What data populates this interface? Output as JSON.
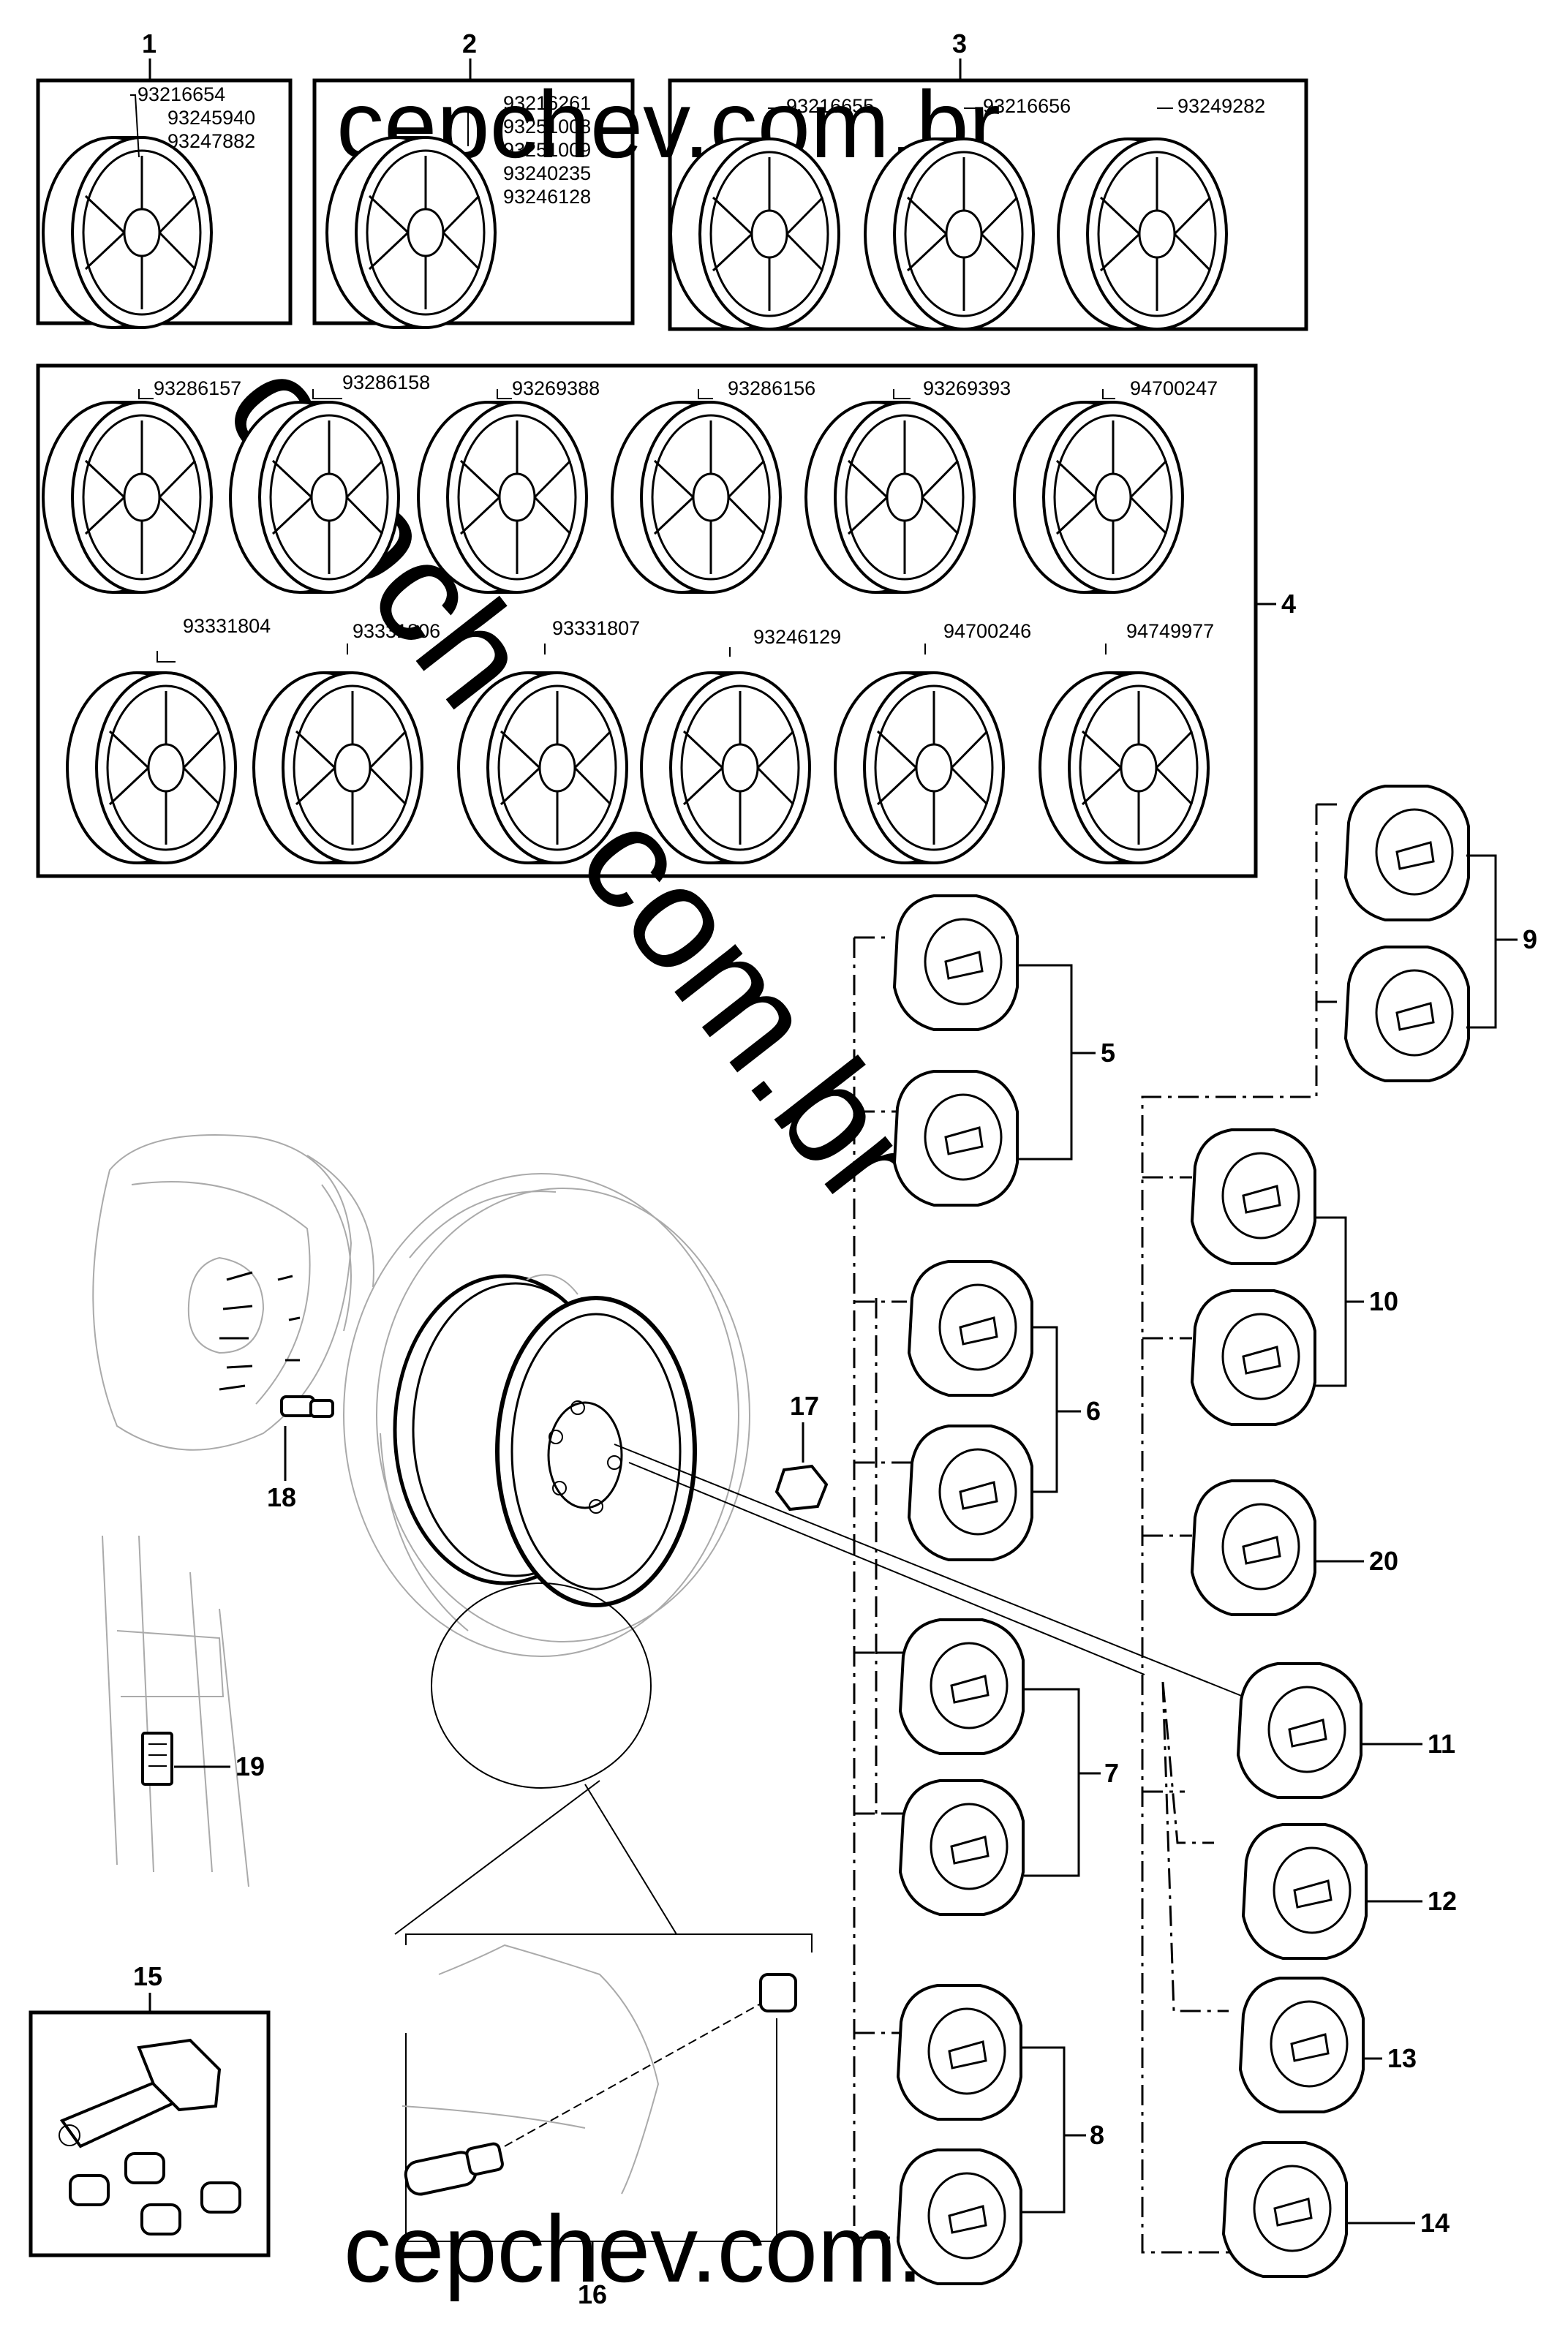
{
  "watermark": {
    "diagonal": "cepchev.com.br",
    "top": "cepchev.com.br",
    "bottom": "cepchev.com.br"
  },
  "groups": [
    {
      "ref": "1",
      "parts": [
        "93216654",
        "93245940",
        "93247882"
      ]
    },
    {
      "ref": "2",
      "parts": [
        "93216261",
        "93251008",
        "93251009",
        "93240235",
        "93246128"
      ]
    },
    {
      "ref": "3",
      "parts": [
        "93216655",
        "93216656",
        "93249282"
      ]
    },
    {
      "ref": "4",
      "parts": [
        "93286157",
        "93286158",
        "93269388",
        "93286156",
        "93269393",
        "94700247",
        "93331804",
        "93331806",
        "93331807",
        "93246129",
        "94700246",
        "94749977"
      ]
    }
  ],
  "callouts": [
    "5",
    "6",
    "7",
    "8",
    "9",
    "10",
    "11",
    "12",
    "13",
    "14",
    "15",
    "16",
    "17",
    "18",
    "19",
    "20"
  ]
}
